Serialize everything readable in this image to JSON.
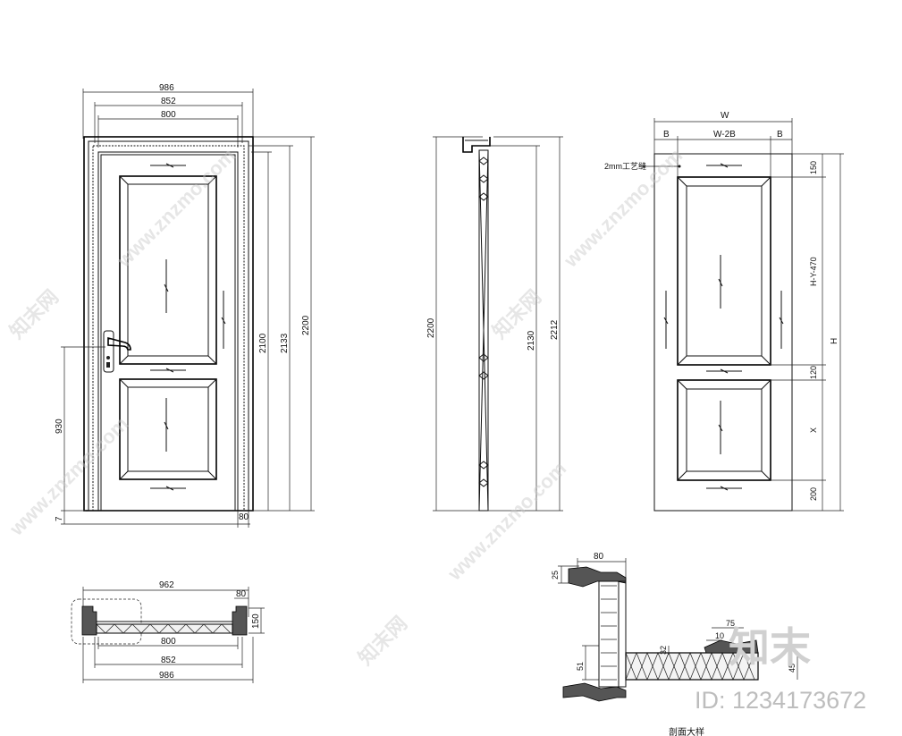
{
  "front_elevation": {
    "dims_top": [
      "986",
      "852",
      "800"
    ],
    "dims_right": [
      "2100",
      "2133",
      "2200"
    ],
    "dim_handle_height": "930",
    "dim_gap": "7",
    "dim_frame": "80"
  },
  "side_section": {
    "dims_right": [
      "2130",
      "2212"
    ],
    "dim_left": "2200"
  },
  "parametric_elevation": {
    "dims_top": [
      "W",
      "B",
      "W-2B",
      "B"
    ],
    "gap_note": "2mm工艺缝",
    "dims_right_parts": [
      "150",
      "H-Y-470",
      "120",
      "X",
      "200"
    ],
    "dim_overall": "H"
  },
  "plan_section": {
    "dims_top": [
      "962",
      "80"
    ],
    "dim_side": "150",
    "dims_bottom": [
      "800",
      "852",
      "986"
    ]
  },
  "detail_section": {
    "dims": [
      "80",
      "25",
      "75",
      "10",
      "32",
      "51",
      "45"
    ],
    "caption": "剖面大样"
  },
  "watermark": {
    "url": "www.znzmo.com",
    "site_name": "知末网",
    "brand": "知末",
    "id_text": "ID: 1234173672"
  }
}
